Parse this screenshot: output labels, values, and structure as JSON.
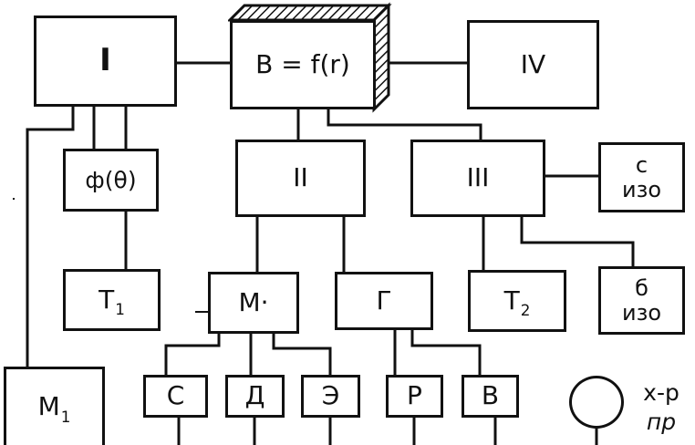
{
  "blocks": {
    "I": "I",
    "B": "B = f(r)",
    "IV": "IV",
    "phi": "ф(θ)",
    "II": "II",
    "III": "III",
    "c_iso": [
      "с",
      "изо"
    ],
    "T1": {
      "main": "Т",
      "sub": "1"
    },
    "M": "М·",
    "G": "Г",
    "T2": {
      "main": "Т",
      "sub": "2"
    },
    "b_iso": [
      "б",
      "изо"
    ],
    "M1": {
      "main": "М",
      "sub": "1"
    },
    "S": "С",
    "D": "Д",
    "E": "Э",
    "R": "Р",
    "V": "В"
  },
  "legend": {
    "line1": "х-р",
    "line2": "пр"
  },
  "colors": {
    "ink": "#111111",
    "background": "#ffffff"
  }
}
